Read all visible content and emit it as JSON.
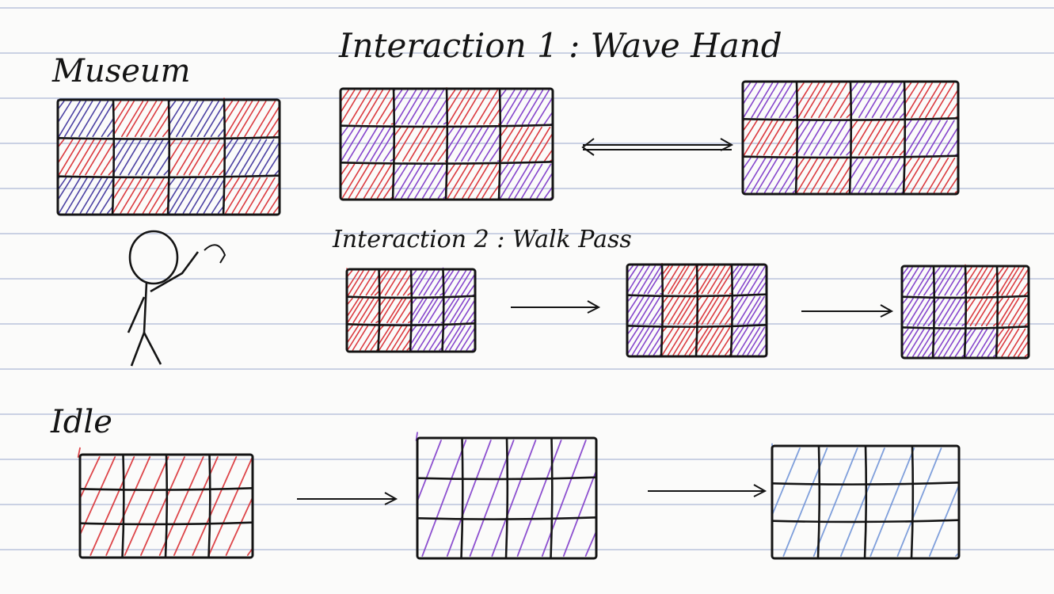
{
  "labels": {
    "museum": "Museum",
    "interaction1": "Interaction 1 : Wave Hand",
    "interaction2": "Interaction 2 : Walk Pass",
    "idle": "Idle"
  },
  "colors": {
    "paper": "#fbfbfa",
    "rule_line": "#4a63a8",
    "ink": "#141414",
    "red": "#d8262b",
    "purple": "#7a33c8",
    "navy": "#3a2e9a",
    "blue": "#6a8fd6"
  },
  "museum_grid": {
    "rows": 3,
    "cols": 4,
    "fills": [
      [
        "navy",
        "red",
        "navy",
        "red"
      ],
      [
        "red",
        "navy",
        "red",
        "navy"
      ],
      [
        "navy",
        "red",
        "navy",
        "red"
      ]
    ]
  },
  "interaction1": {
    "grids": [
      {
        "fills": [
          [
            "red",
            "purple",
            "red",
            "purple"
          ],
          [
            "purple",
            "red",
            "purple",
            "red"
          ],
          [
            "red",
            "purple",
            "red",
            "purple"
          ]
        ]
      },
      {
        "fills": [
          [
            "purple",
            "red",
            "purple",
            "red"
          ],
          [
            "red",
            "purple",
            "red",
            "purple"
          ],
          [
            "purple",
            "red",
            "purple",
            "red"
          ]
        ]
      }
    ],
    "arrow": "double"
  },
  "interaction2": {
    "grids": [
      {
        "fills": [
          [
            "red",
            "red",
            "purple",
            "purple"
          ],
          [
            "red",
            "red",
            "purple",
            "purple"
          ],
          [
            "red",
            "red",
            "purple",
            "purple"
          ]
        ]
      },
      {
        "fills": [
          [
            "purple",
            "red",
            "red",
            "purple"
          ],
          [
            "purple",
            "red",
            "red",
            "purple"
          ],
          [
            "purple",
            "red",
            "red",
            "purple"
          ]
        ]
      },
      {
        "fills": [
          [
            "purple",
            "purple",
            "red",
            "red"
          ],
          [
            "purple",
            "purple",
            "red",
            "red"
          ],
          [
            "purple",
            "purple",
            "purple",
            "red"
          ]
        ]
      }
    ]
  },
  "idle": {
    "grids": [
      {
        "color": "red"
      },
      {
        "color": "purple"
      },
      {
        "color": "blue"
      }
    ]
  }
}
